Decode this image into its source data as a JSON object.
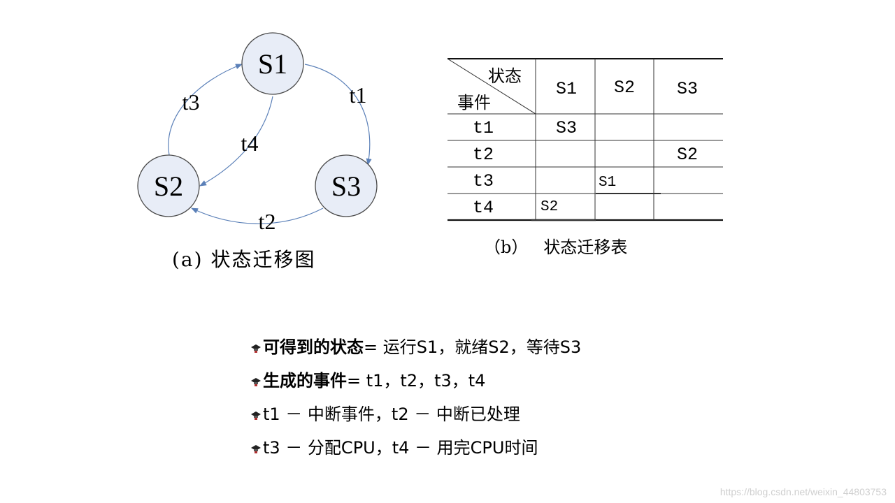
{
  "diagram": {
    "nodes": [
      {
        "id": "S1",
        "label": "S1"
      },
      {
        "id": "S2",
        "label": "S2"
      },
      {
        "id": "S3",
        "label": "S3"
      }
    ],
    "edges": [
      {
        "from": "S1",
        "to": "S3",
        "label": "t1"
      },
      {
        "from": "S3",
        "to": "S2",
        "label": "t2"
      },
      {
        "from": "S2",
        "to": "S1",
        "label": "t3"
      },
      {
        "from": "S1",
        "to": "S2",
        "label": "t4"
      }
    ],
    "caption": "(a) 状态迁移图",
    "colors": {
      "node_fill": "#e8edf7",
      "edge": "#5b80b8"
    }
  },
  "table": {
    "corner_top": "状态",
    "corner_bottom": "事件",
    "columns": [
      "S1",
      "S2",
      "S3"
    ],
    "rows": [
      {
        "event": "t1",
        "cells": [
          "S3",
          "",
          ""
        ]
      },
      {
        "event": "t2",
        "cells": [
          "",
          "",
          "S2"
        ]
      },
      {
        "event": "t3",
        "cells": [
          "",
          "S1",
          ""
        ]
      },
      {
        "event": "t4",
        "cells": [
          "S2",
          "",
          ""
        ]
      }
    ],
    "caption_tag": "（b）",
    "caption_text": "状态迁移表"
  },
  "bullets": [
    {
      "term": "可得到的状态",
      "text": " = 运行S1，就绪S2，等待S3",
      "icon": "graduation-cap-icon"
    },
    {
      "term": "生成的事件",
      "text": " = t1，t2，t3，t4",
      "icon": "graduation-cap-icon"
    },
    {
      "term": "",
      "text": "t1 － 中断事件，t2 － 中断已处理",
      "icon": "graduation-cap-icon"
    },
    {
      "term": "",
      "text": "t3 － 分配CPU，t4 － 用完CPU时间",
      "icon": "graduation-cap-icon"
    }
  ],
  "watermark": "https://blog.csdn.net/weixin_44803753"
}
